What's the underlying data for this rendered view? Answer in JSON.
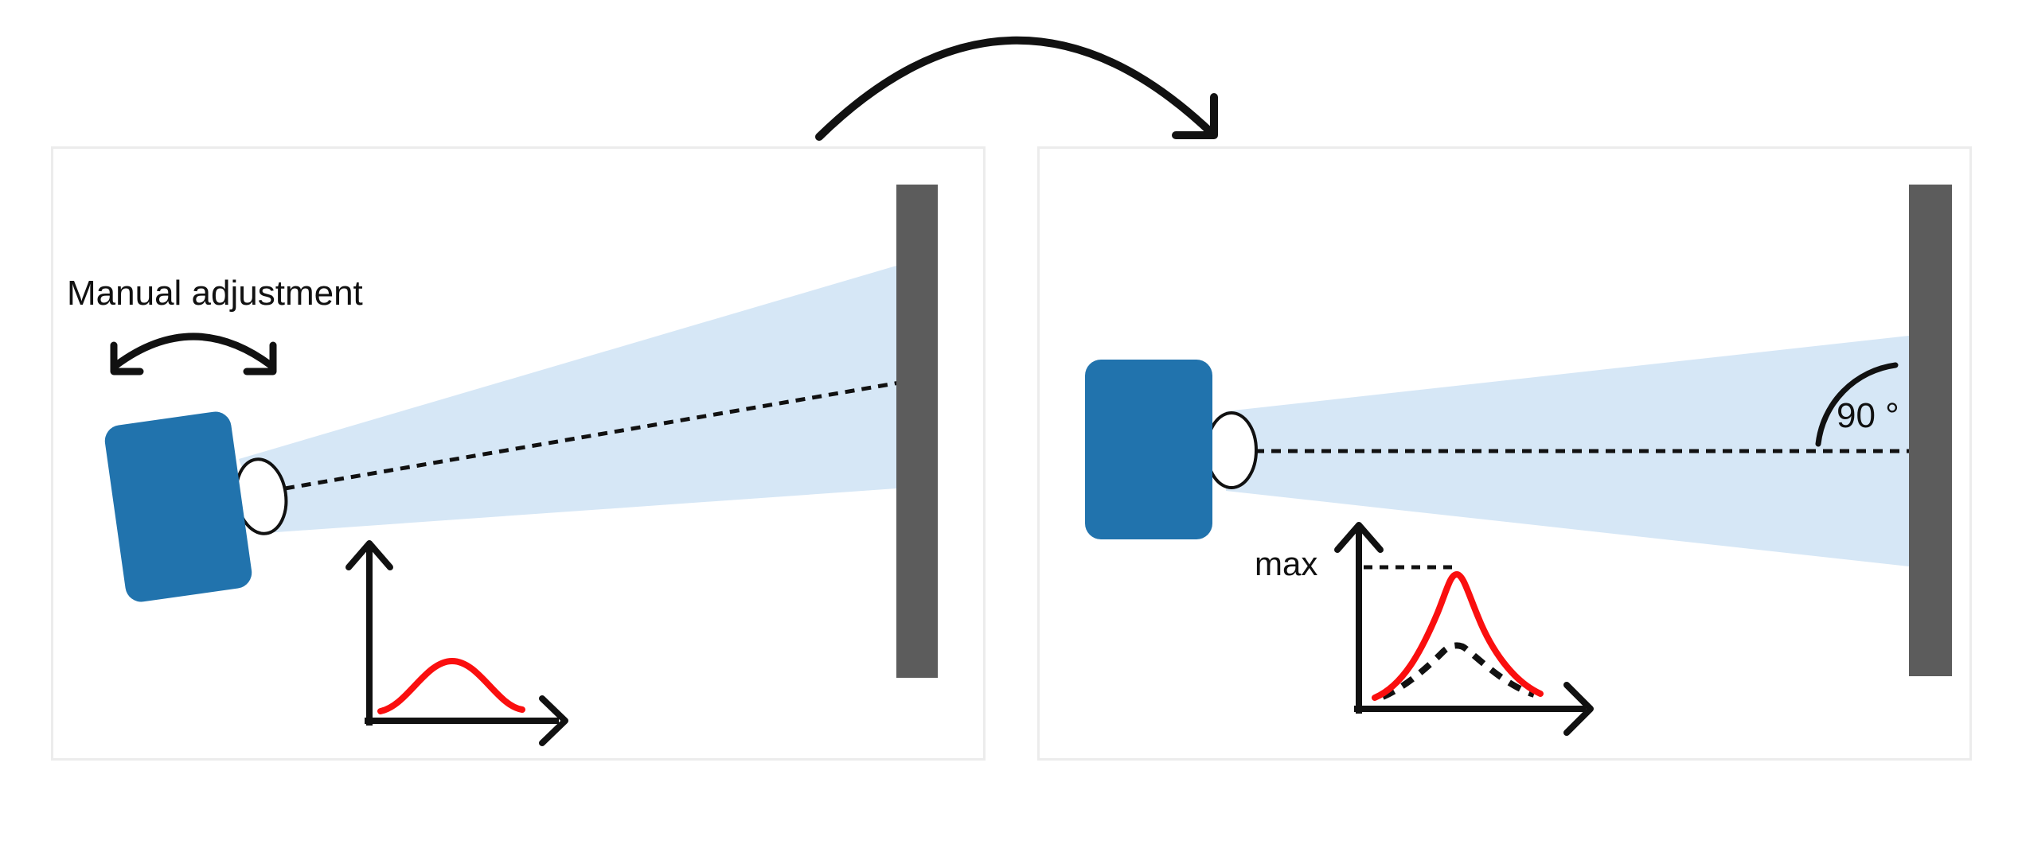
{
  "panels": {
    "left": {
      "annotation_label": "Manual adjustment"
    },
    "right": {
      "angle_label": "90 °",
      "graph_max_label": "max"
    }
  },
  "colors": {
    "device_blue": "#2173ad",
    "beam_blue": "#d6e7f6",
    "wall_gray": "#5c5c5c",
    "curve_red": "#fa0f0f",
    "ink": "#111111",
    "panel_border": "#ececec"
  },
  "icons": {
    "transition_arrow": "curved-arrow-right",
    "manual_adjustment_arrow": "double-headed-arc-arrow",
    "graph_axes": "xy-axes-arrows"
  }
}
